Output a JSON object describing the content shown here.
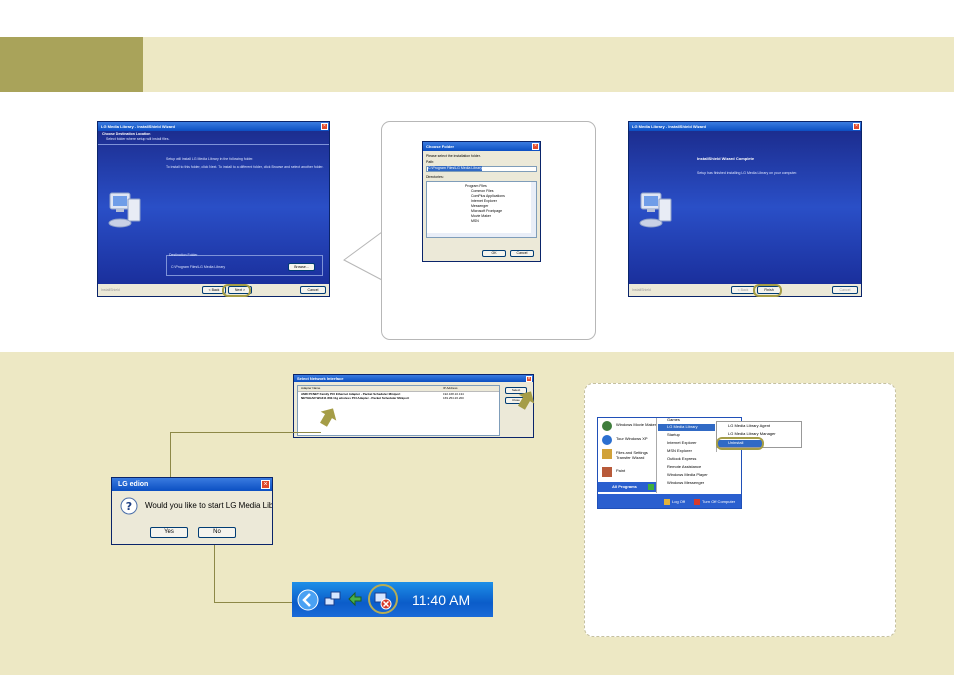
{
  "wizard_left": {
    "title": "LG Media Library - InstallShield Wizard",
    "step_title": "Choose Destination Location",
    "step_subtitle": "Select folder where setup will install files.",
    "line1": "Setup will install LG Media Library in the following folder.",
    "line2": "To install to this folder, click Next. To install to a different folder, click Browse and select another folder.",
    "group_label": "Destination Folder",
    "path": "C:\\Program Files\\LG Media Library",
    "browse": "Browse...",
    "brand": "InstallShield",
    "back": "< Back",
    "next": "Next >",
    "cancel": "Cancel"
  },
  "choose_folder": {
    "title": "Choose Folder",
    "prompt": "Please select the installation folder.",
    "path_label": "Path:",
    "path": "C:\\Program Files\\LG Media Library",
    "directories_label": "Directories:",
    "tree": [
      "Program Files",
      "Common Files",
      "ComPlus Applications",
      "Internet Explorer",
      "Messenger",
      "Microsoft Frontpage",
      "Movie Maker",
      "MSN"
    ],
    "ok": "OK",
    "cancel": "Cancel"
  },
  "wizard_right": {
    "title": "LG Media Library - InstallShield Wizard",
    "heading": "InstallShield Wizard Complete",
    "line1": "Setup has finished installing LG Media Library on your computer.",
    "brand": "InstallShield",
    "back": "< Back",
    "finish": "Finish",
    "cancel": "Cancel"
  },
  "network_dialog": {
    "title": "Select Network Interface",
    "col_name": "Adapter Name",
    "col_ip": "IP Address",
    "rows": [
      {
        "name": "AMD PCNET Family PCI Ethernet Adapter - Packet Scheduler Miniport",
        "ip": "192.168.10.134"
      },
      {
        "name": "NETGEAR WG311 802.11g wireless PCI Adapter - Packet Scheduler Miniport",
        "ip": "169.254.26.200"
      }
    ],
    "select": "Select",
    "close": "Close"
  },
  "question_dialog": {
    "title": "LG edion",
    "message": "Would you like to start LG Media Library?",
    "yes": "Yes",
    "no": "No"
  },
  "taskbar": {
    "time": "11:40 AM"
  },
  "start_menu": {
    "left_items": [
      "Windows Movie Maker",
      "Tour Windows XP",
      "Files and Settings Transfer Wizard",
      "Paint"
    ],
    "all_programs": "All Programs",
    "programs": [
      "Games",
      "LG Media Library",
      "Startup",
      "Internet Explorer",
      "MSN Explorer",
      "Outlook Express",
      "Remote Assistance",
      "Windows Media Player",
      "Windows Messenger"
    ],
    "sub_items": [
      "LG Media Library Agent",
      "LG Media Library Manager",
      "Uninstall"
    ],
    "log_off": "Log Off",
    "turn_off": "Turn Off Computer"
  }
}
